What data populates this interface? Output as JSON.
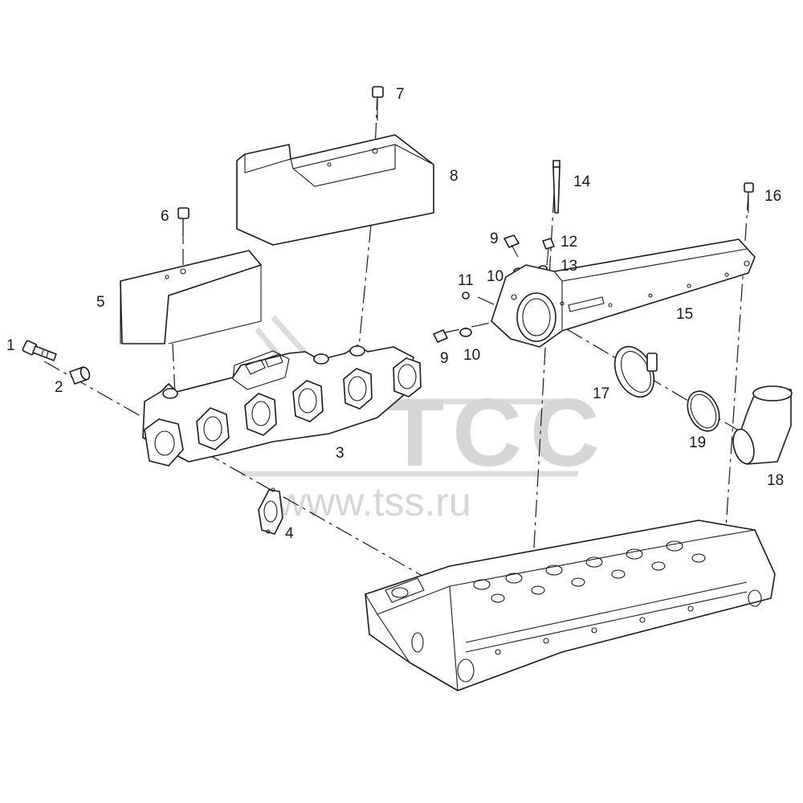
{
  "watermark": {
    "logo_text": "TCC",
    "url_text": "www.tss.ru",
    "color": "#d6d6d6"
  },
  "callouts": [
    {
      "id": "c1",
      "label": "1"
    },
    {
      "id": "c2",
      "label": "2"
    },
    {
      "id": "c3",
      "label": "3"
    },
    {
      "id": "c4",
      "label": "4"
    },
    {
      "id": "c5",
      "label": "5"
    },
    {
      "id": "c6",
      "label": "6"
    },
    {
      "id": "c7",
      "label": "7"
    },
    {
      "id": "c8",
      "label": "8"
    },
    {
      "id": "c9a",
      "label": "9"
    },
    {
      "id": "c9b",
      "label": "9"
    },
    {
      "id": "c10a",
      "label": "10"
    },
    {
      "id": "c10b",
      "label": "10"
    },
    {
      "id": "c11",
      "label": "11"
    },
    {
      "id": "c12",
      "label": "12"
    },
    {
      "id": "c13",
      "label": "13"
    },
    {
      "id": "c14",
      "label": "14"
    },
    {
      "id": "c15",
      "label": "15"
    },
    {
      "id": "c16",
      "label": "16"
    },
    {
      "id": "c17",
      "label": "17"
    },
    {
      "id": "c18",
      "label": "18"
    },
    {
      "id": "c19",
      "label": "19"
    }
  ]
}
